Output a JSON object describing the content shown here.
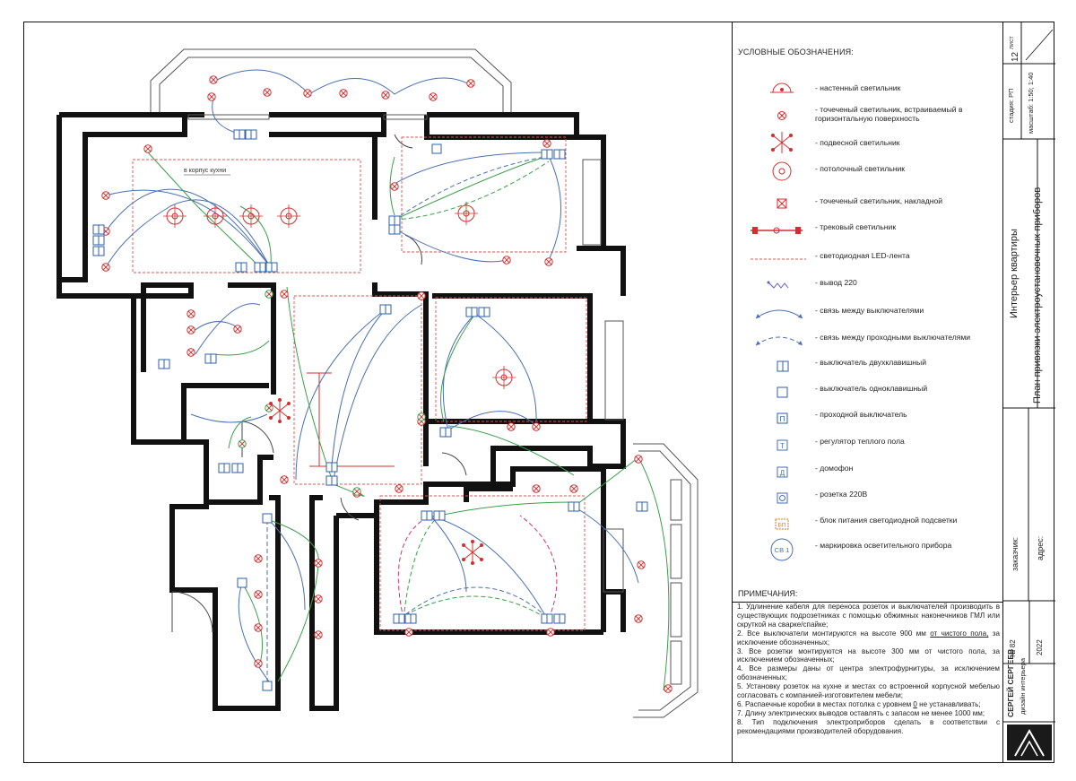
{
  "plan": {
    "kitchen_label": "в корпус кухни"
  },
  "legend": {
    "title": "УСЛОВНЫЕ ОБОЗНАЧЕНИЯ:",
    "items": [
      {
        "label": "- настенный светильник"
      },
      {
        "label": "- точеченый светильник, встраиваемый в горизонтальную поверхность"
      },
      {
        "label": "- подвесной светильник"
      },
      {
        "label": "- потолочный светильник"
      },
      {
        "label": "- точеченый светильник, накладной"
      },
      {
        "label": "- трековый светильник"
      },
      {
        "label": "- светодиодная LED-лента"
      },
      {
        "label": "- вывод 220"
      },
      {
        "label": "- связь между выключателями"
      },
      {
        "label": "- связь между проходными выключателями"
      },
      {
        "label": "- выключатель двухклавишный"
      },
      {
        "label": "- выключатель одноклавишный"
      },
      {
        "label": "- проходной выключатель",
        "glyph": "П"
      },
      {
        "label": "- регулятор теплого пола",
        "glyph": "Т"
      },
      {
        "label": "- домофон",
        "glyph": "Д"
      },
      {
        "label": "- розетка 220В"
      },
      {
        "label": "- блок питания светодиодной подсветки",
        "glyph": "БП"
      },
      {
        "label": "- маркировка осветительного прибора",
        "glyph": "СВ 1"
      }
    ]
  },
  "notes": {
    "title": "ПРИМЕЧАНИЯ:",
    "items": [
      "1. Удлинение кабеля для переноса розеток и выключателей производить в существующих подрозетниках с помощью обжимных наконечников ГМЛ или скруткой на сварке/спайке;",
      "2. Все выключатели монтируются на высоте 900 мм",
      "от чистого пола,",
      "за исключение обозначенных;",
      "3. Все розетки монтируются на высоте 300 мм от чистого пола, за исключением обозначенных;",
      "4. Все размеры даны от центра электрофурнитуры, за исключением обозначенных;",
      "5. Установку розеток на кухне и местах со встроенной корпусной мебелью согласовать с компанией-изготовителем мебели;",
      "6. Распаечные коробки в местах потолка с уровнем",
      "0",
      "не устанавливать;",
      "7. Длину электрических выводов оставлять с запасом не менее 1000 мм;",
      "8. Тип подключения электроприборов сделать в соответствии с рекомендациями производителей оборудования."
    ]
  },
  "stamp": {
    "sheet_label": "лист",
    "sheet_number": "12",
    "stage": "стадия: РП",
    "scale": "масштаб: 1:50; 1:40",
    "project": "Интерьер квартиры",
    "drawing_title": "План привязки электроустановочных приборов",
    "client_label": "заказчик:",
    "address_label": "адрес:",
    "number": "№ 82",
    "year": "2022",
    "author": "СЕРГЕЙ СЕРГЕЕВ",
    "author_role": "дизайн интерьера"
  },
  "colors": {
    "fixture": "#d32f2f",
    "wire_blue": "#4a6fb5",
    "wire_green": "#3aa04a",
    "switch": "#2f5fa8",
    "wall": "#111111"
  }
}
